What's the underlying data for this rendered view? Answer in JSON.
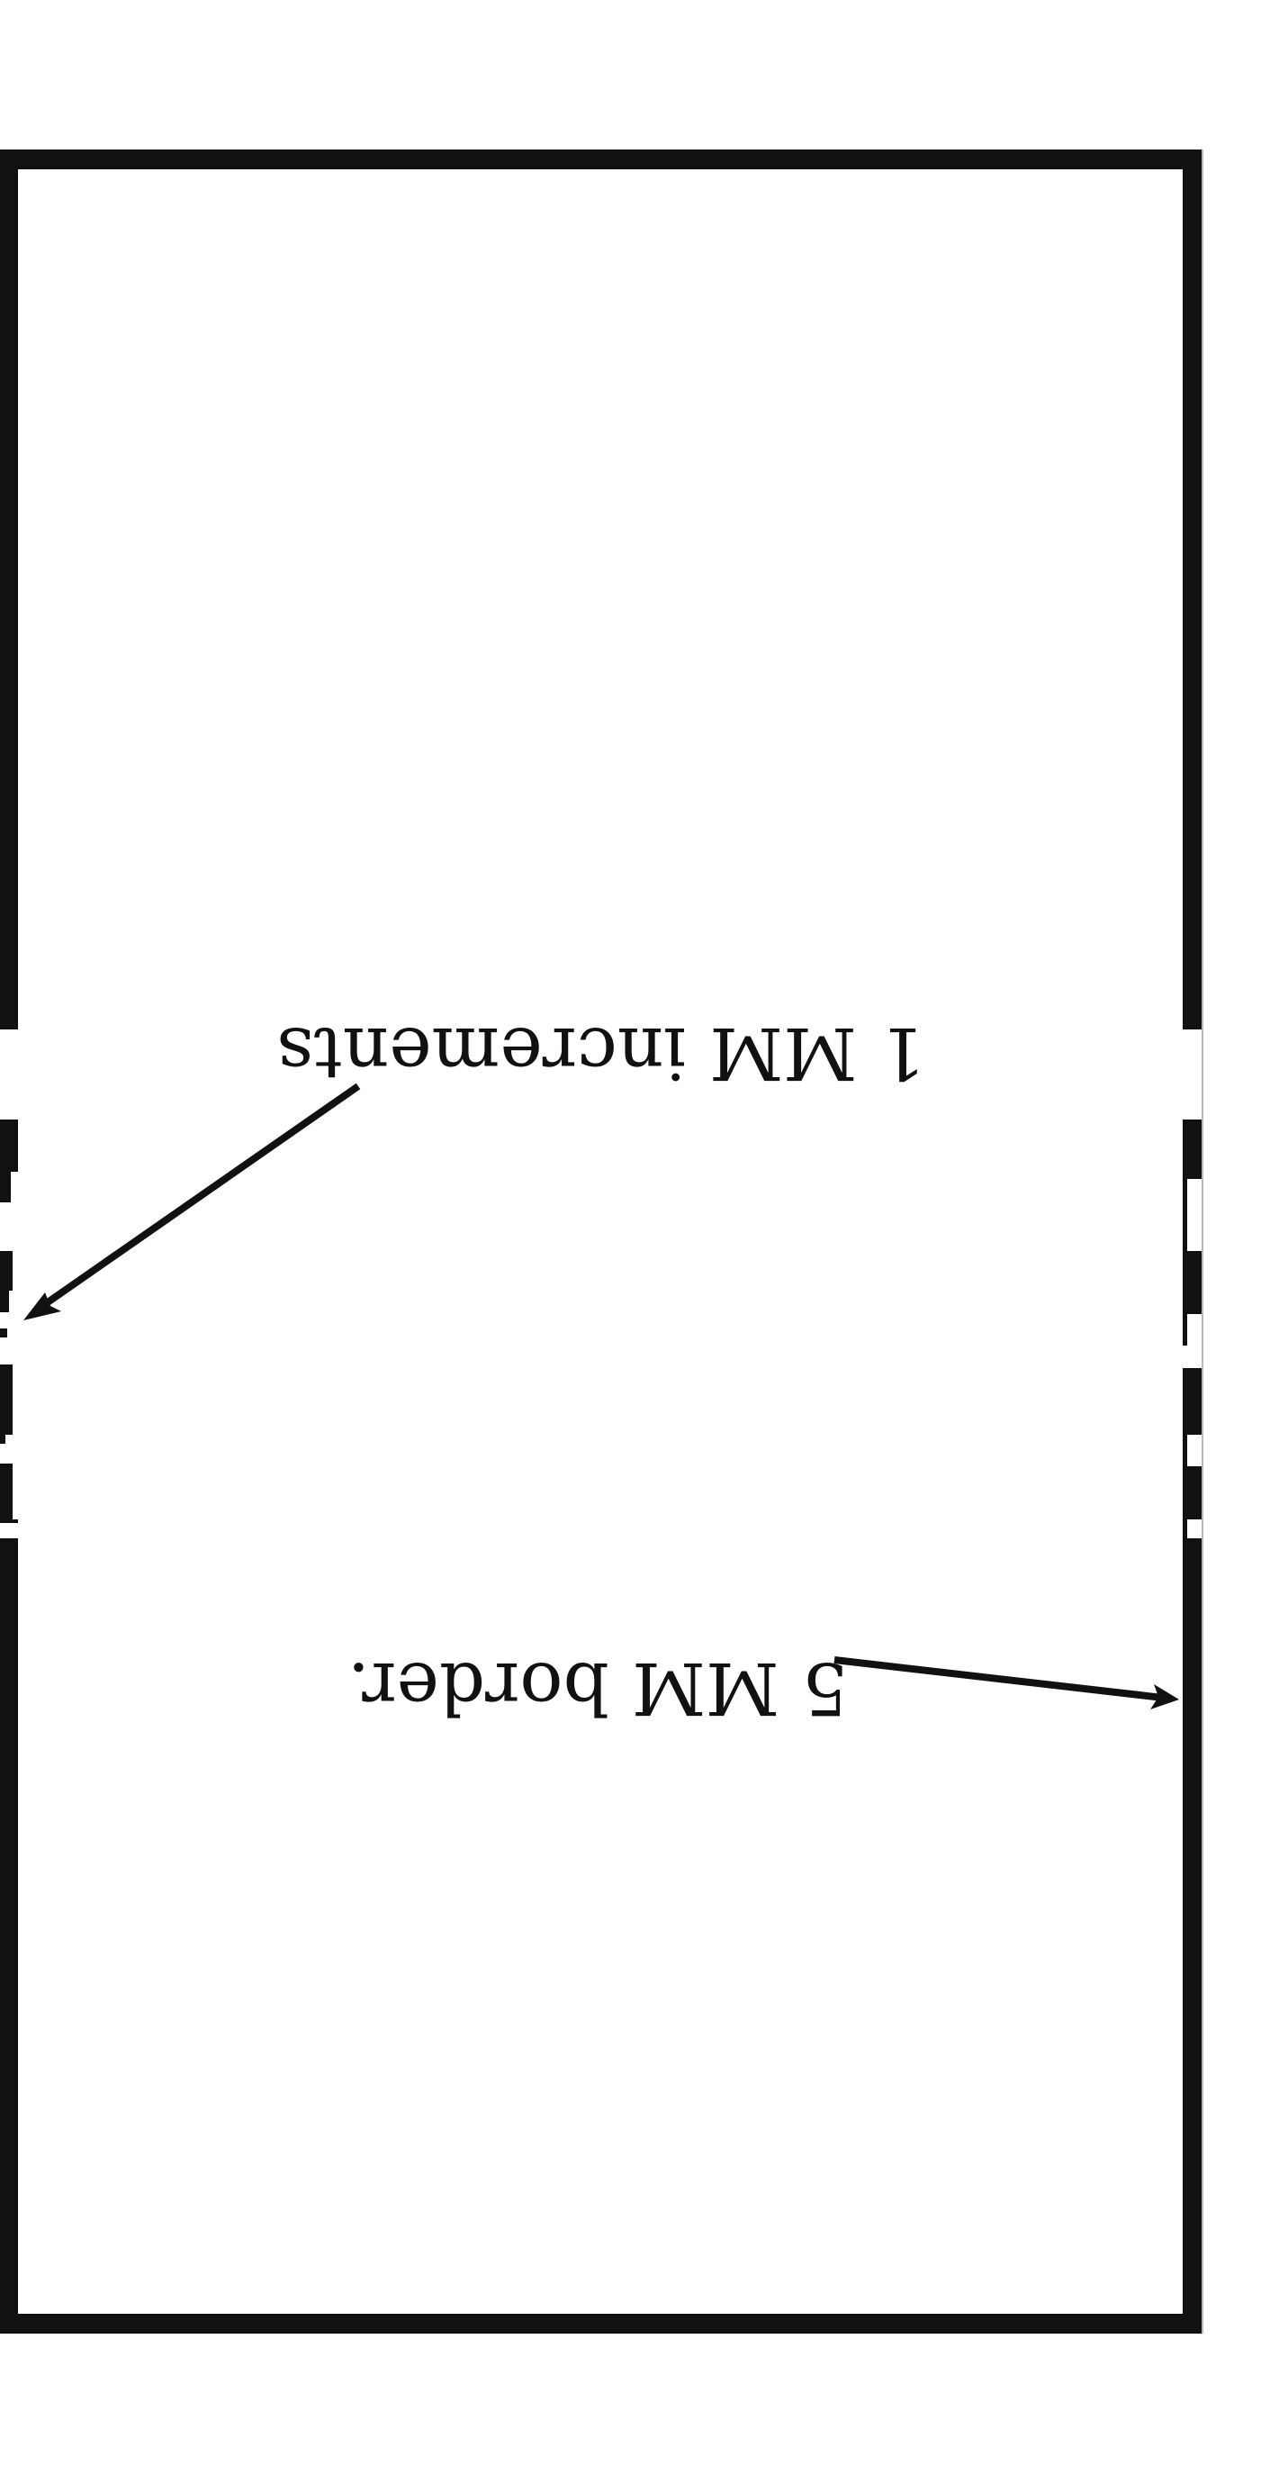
{
  "labels": {
    "increments": "1 MM increments",
    "border": "5 MM border."
  },
  "orientation": "upside-down",
  "colors": {
    "ink": "#111111",
    "background": "#ffffff"
  }
}
